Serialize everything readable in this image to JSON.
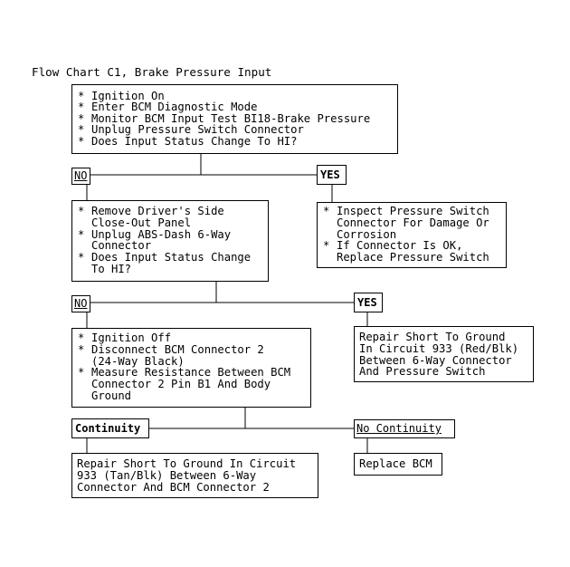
{
  "title": "Flow Chart C1, Brake Pressure Input",
  "step1": {
    "items": [
      "Ignition On",
      "Enter BCM Diagnostic Mode",
      "Monitor BCM Input Test BI18-Brake Pressure",
      "Unplug Pressure Switch Connector",
      "Does Input Status Change To HI?"
    ]
  },
  "branch1": {
    "no_label": "NO",
    "yes_label": "YES"
  },
  "step2_no": {
    "items": [
      [
        "Remove Driver's Side",
        "Close-Out Panel"
      ],
      [
        "Unplug ABS-Dash 6-Way",
        "Connector"
      ],
      [
        "Does Input Status Change",
        "To HI?"
      ]
    ]
  },
  "step2_yes": {
    "items": [
      [
        "Inspect Pressure Switch",
        "Connector For Damage Or",
        "Corrosion"
      ],
      [
        "If Connector Is OK,",
        "Replace Pressure Switch"
      ]
    ]
  },
  "branch2": {
    "no_label": "NO",
    "yes_label": "YES"
  },
  "step3_no": {
    "items": [
      [
        "Ignition Off"
      ],
      [
        "Disconnect BCM Connector 2",
        "(24-Way Black)"
      ],
      [
        "Measure Resistance Between BCM",
        "Connector 2 Pin B1 And Body",
        "Ground"
      ]
    ]
  },
  "step3_yes": {
    "lines": [
      "Repair Short To Ground",
      "In Circuit 933 (Red/Blk)",
      "Between 6-Way Connector",
      "And Pressure Switch"
    ]
  },
  "branch3": {
    "continuity_label": "Continuity",
    "no_continuity_label": "No Continuity"
  },
  "result_continuity": {
    "lines": [
      "Repair Short To Ground In Circuit",
      "933 (Tan/Blk) Between 6-Way",
      "Connector And BCM Connector 2"
    ]
  },
  "result_no_continuity": {
    "lines": [
      "Replace BCM"
    ]
  }
}
